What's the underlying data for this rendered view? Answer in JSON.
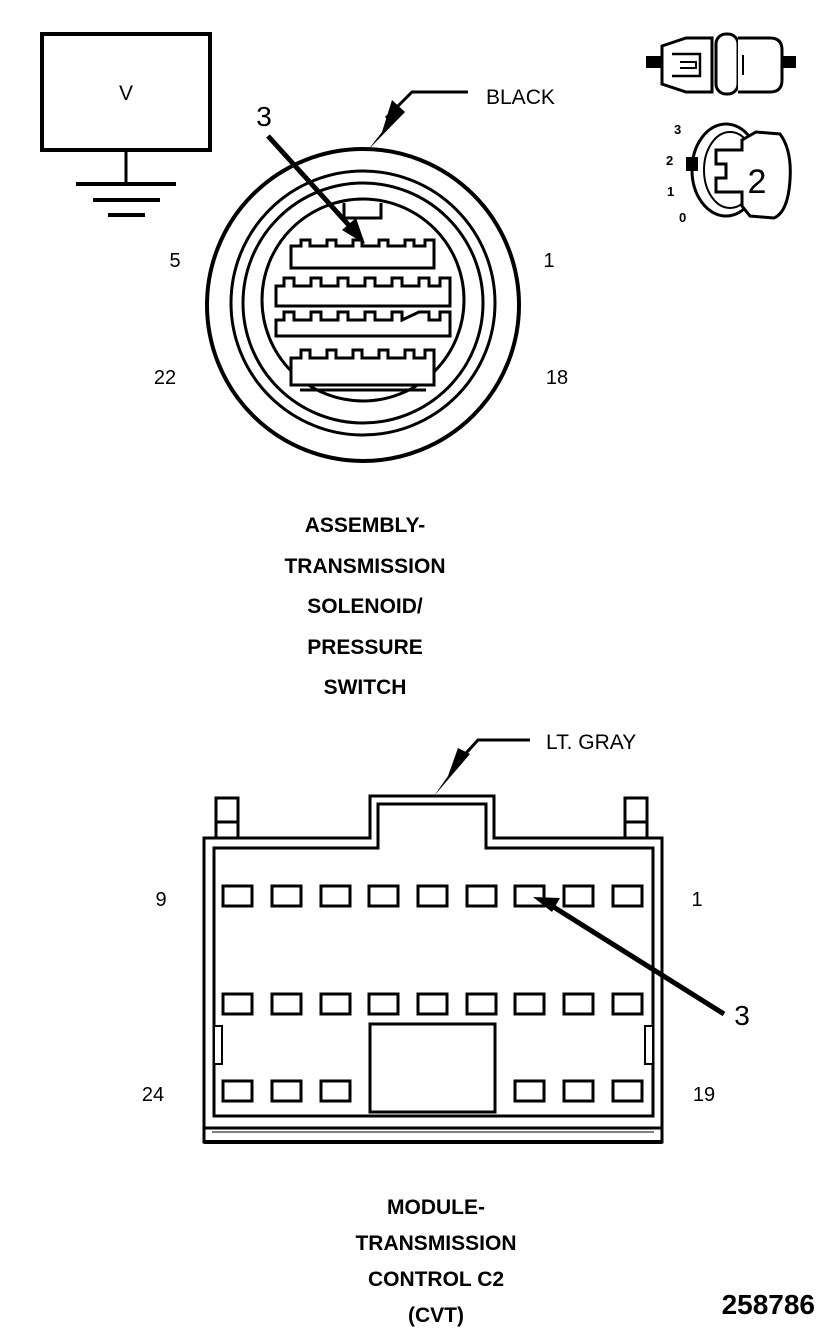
{
  "meter": {
    "label": "V"
  },
  "connector1": {
    "color_label": "BLACK",
    "callout": "3",
    "pins": {
      "top_left": "5",
      "top_right": "1",
      "bottom_left": "22",
      "bottom_right": "18"
    },
    "caption": [
      "ASSEMBLY-",
      "TRANSMISSION",
      "SOLENOID/",
      "PRESSURE",
      "SWITCH"
    ]
  },
  "ignition": {
    "positions": [
      "3",
      "2",
      "1",
      "0"
    ],
    "key_label": "2"
  },
  "connector2": {
    "color_label": "LT. GRAY",
    "callout": "3",
    "pins": {
      "top_left": "9",
      "top_right": "1",
      "bottom_left": "24",
      "bottom_right": "19"
    },
    "caption": [
      "MODULE-",
      "TRANSMISSION",
      "CONTROL C2",
      "(CVT)"
    ]
  },
  "figure_number": "258786"
}
